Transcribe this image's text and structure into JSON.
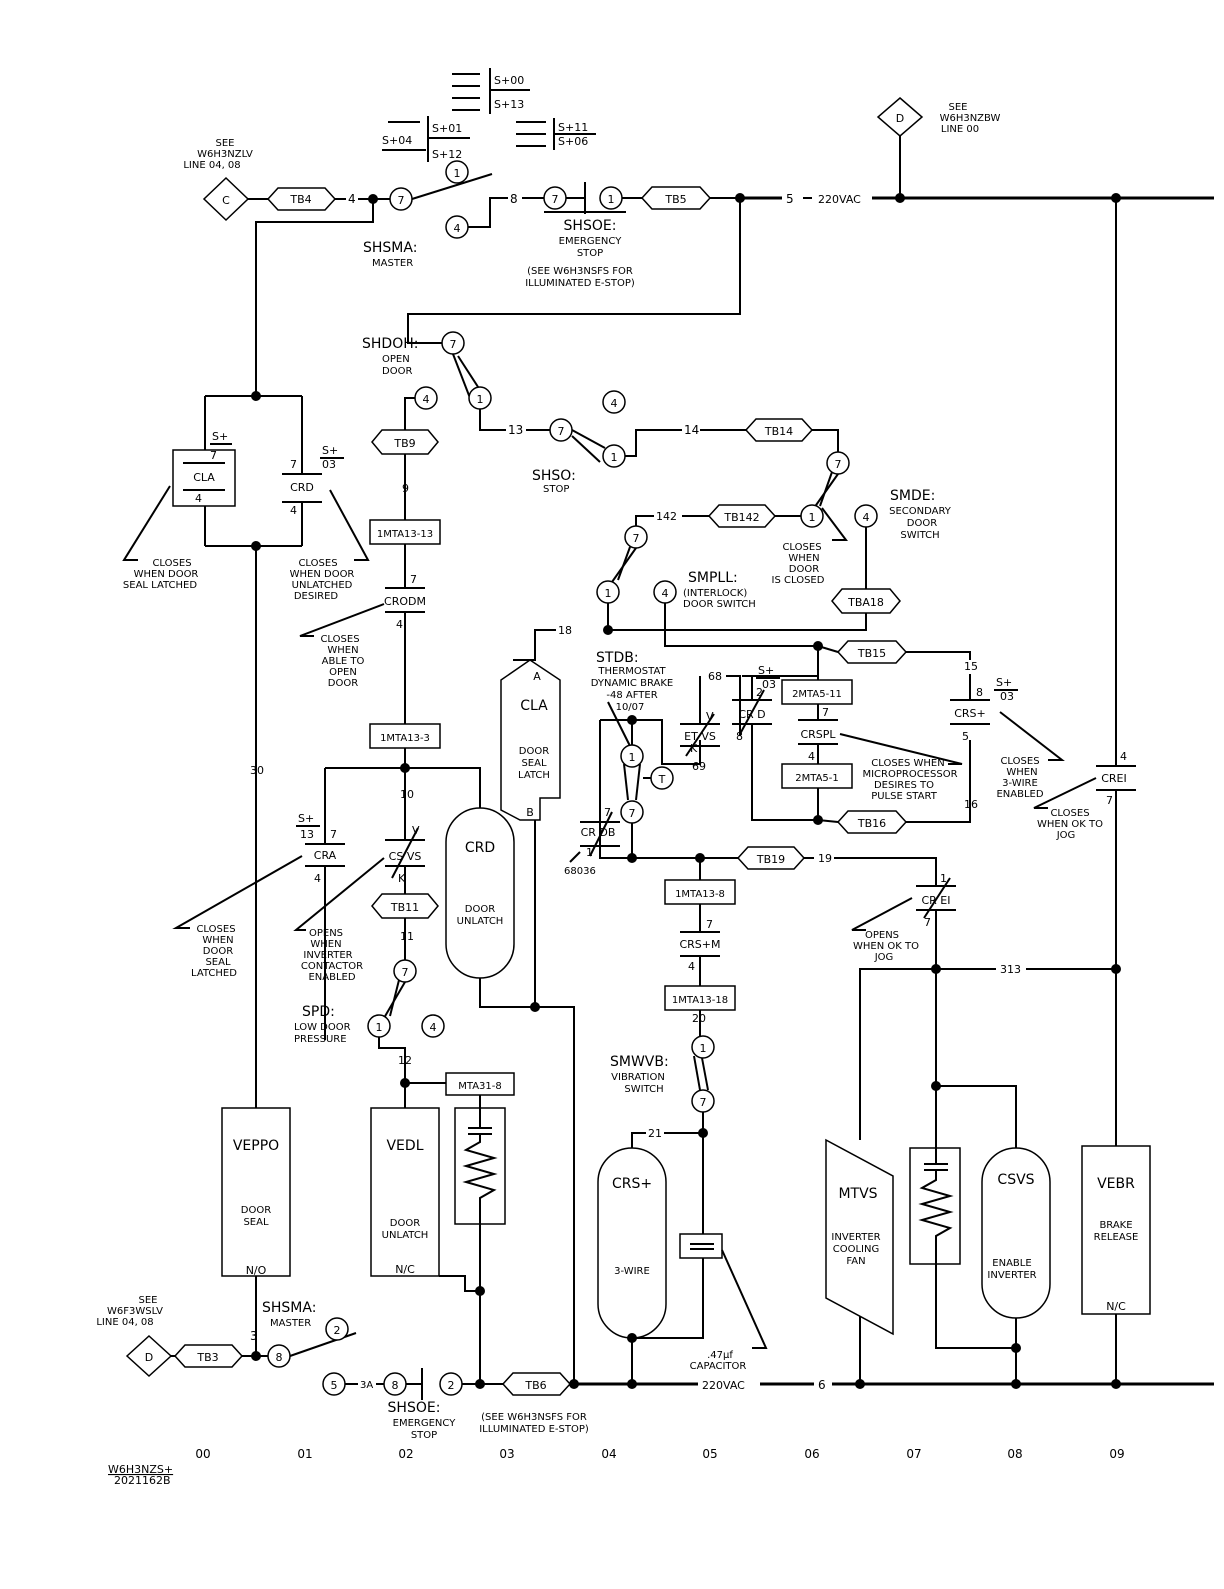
{
  "rails": {
    "top_label": "220VAC",
    "top_wire": "5",
    "bottom_label": "220VAC",
    "bottom_wire": "6"
  },
  "refs": {
    "c_see": "SEE",
    "c_doc": "W6H3NZLV",
    "c_line": "LINE 04, 08",
    "c_letter": "C",
    "d_top_see": "SEE",
    "d_top_doc": "W6H3NZBW",
    "d_top_line": "LINE 00",
    "d_top_letter": "D",
    "d_bot_see": "SEE",
    "d_bot_doc": "W6F3WSLV",
    "d_bot_line": "LINE 04, 08",
    "d_bot_letter": "D"
  },
  "terminals": {
    "tb4": "TB4",
    "tb5": "TB5",
    "tb9": "TB9",
    "tb14": "TB14",
    "tb142": "TB142",
    "tba18": "TBA18",
    "tb15": "TB15",
    "tb16": "TB16",
    "tb19": "TB19",
    "tb11": "TB11",
    "tb3": "TB3",
    "tb6": "TB6"
  },
  "wires": {
    "w4": "4",
    "w8": "8",
    "w9": "9",
    "w13": "13",
    "w14": "14",
    "w142": "142",
    "w18": "18",
    "w68": "68",
    "w15": "15",
    "w16": "16",
    "w19": "19",
    "w10": "10",
    "w11": "11",
    "w12": "12",
    "w20": "20",
    "w21": "21",
    "w30": "30",
    "w313": "313",
    "w3": "3",
    "w3a": "3A",
    "w69": "69"
  },
  "selector": {
    "s00": "S+00",
    "s13": "S+13",
    "s01": "S+01",
    "s04": "S+04",
    "s12": "S+12",
    "s11": "S+11",
    "s06": "S+06"
  },
  "switches": {
    "shsma_name": "SHSMA:",
    "shsma_desc": "MASTER",
    "shsoe_name": "SHSOE:",
    "shsoe_desc1": "EMERGENCY",
    "shsoe_desc2": "STOP",
    "shsoe_note1": "(SEE W6H3NSFS FOR",
    "shsoe_note2": "ILLUMINATED E-STOP)",
    "shdoh_name": "SHDOH:",
    "shdoh_desc1": "OPEN",
    "shdoh_desc2": "DOOR",
    "shso_name": "SHSO:",
    "shso_desc": "STOP",
    "smde_name": "SMDE:",
    "smde_desc1": "SECONDARY",
    "smde_desc2": "DOOR",
    "smde_desc3": "SWITCH",
    "smpll_name": "SMPLL:",
    "smpll_desc1": "(INTERLOCK)",
    "smpll_desc2": "DOOR SWITCH",
    "smde_note1": "CLOSES",
    "smde_note2": "WHEN",
    "smde_note3": "DOOR",
    "smde_note4": "IS CLOSED",
    "stdb_name": "STDB:",
    "stdb_desc1": "THERMOSTAT",
    "stdb_desc2": "DYNAMIC BRAKE",
    "stdb_desc3": "-48 AFTER",
    "stdb_desc4": "10/07",
    "spd_name": "SPD:",
    "spd_desc1": "LOW DOOR",
    "spd_desc2": "PRESSURE",
    "smwvb_name": "SMWVB:",
    "smwvb_desc1": "VIBRATION",
    "smwvb_desc2": "SWITCH"
  },
  "pins": {
    "p1": "1",
    "p2": "2",
    "p4": "4",
    "p5": "5",
    "p7": "7",
    "p8": "8",
    "t": "T",
    "a": "A",
    "b": "B",
    "v": "V",
    "k": "K"
  },
  "contacts": {
    "cla": "CLA",
    "crd": "CRD",
    "crodm": "CRODM",
    "cra": "CRA",
    "csvs": "CS VS",
    "etvs": "ET VS",
    "crd2": "CR D",
    "crdb": "CR DB",
    "crs": "CRS+",
    "crei_r": "CREI",
    "crei_m": "CR EI",
    "crspl": "CRSPL",
    "crsm": "CRS+M",
    "s_plus": "S+",
    "s03": "03",
    "s13": "13",
    "n68036": "68036"
  },
  "notes": {
    "cla1": "CLOSES",
    "cla2": "WHEN DOOR",
    "cla3": "SEAL LATCHED",
    "crd1": "CLOSES",
    "crd2": "WHEN DOOR",
    "crd3": "UNLATCHED",
    "crd4": "DESIRED",
    "crodm1": "CLOSES",
    "crodm2": "WHEN",
    "crodm3": "ABLE TO",
    "crodm4": "OPEN",
    "crodm5": "DOOR",
    "cra1": "CLOSES",
    "cra2": "WHEN",
    "cra3": "DOOR",
    "cra4": "SEAL",
    "cra5": "LATCHED",
    "csvs1": "OPENS",
    "csvs2": "WHEN",
    "csvs3": "INVERTER",
    "csvs4": "CONTACTOR",
    "csvs5": "ENABLED",
    "crspl1": "CLOSES WHEN",
    "crspl2": "MICROPROCESSOR",
    "crspl3": "DESIRES TO",
    "crspl4": "PULSE START",
    "crs1": "CLOSES",
    "crs2": "WHEN",
    "crs3": "3-WIRE",
    "crs4": "ENABLED",
    "crei1": "CLOSES",
    "crei2": "WHEN OK TO",
    "crei3": "JOG",
    "crei_m1": "OPENS",
    "crei_m2": "WHEN OK TO",
    "crei_m3": "JOG",
    "cap1": ".47µf",
    "cap2": "CAPACITOR"
  },
  "modules": {
    "m1": "1MTA13-13",
    "m2": "1MTA13-3",
    "m3": "2MTA5-11",
    "m4": "2MTA5-1",
    "m5": "1MTA13-8",
    "m6": "1MTA13-18",
    "m7": "MTA31-8"
  },
  "loads": {
    "veppo": "VEPPO",
    "veppo_d1": "DOOR",
    "veppo_d2": "SEAL",
    "veppo_s": "N/O",
    "vedl": "VEDL",
    "vedl_d1": "DOOR",
    "vedl_d2": "UNLATCH",
    "vedl_s": "N/C",
    "crd": "CRD",
    "crd_d1": "DOOR",
    "crd_d2": "UNLATCH",
    "cla": "CLA",
    "cla_d1": "DOOR",
    "cla_d2": "SEAL",
    "cla_d3": "LATCH",
    "crs": "CRS+",
    "crs_d1": "3-WIRE",
    "mtvs": "MTVS",
    "mtvs_d1": "INVERTER",
    "mtvs_d2": "COOLING",
    "mtvs_d3": "FAN",
    "csvs": "CSVS",
    "csvs_d1": "ENABLE",
    "csvs_d2": "INVERTER",
    "vebr": "VEBR",
    "vebr_d1": "BRAKE",
    "vebr_d2": "RELEASE",
    "vebr_s": "N/C"
  },
  "columns": [
    "00",
    "01",
    "02",
    "03",
    "04",
    "05",
    "06",
    "07",
    "08",
    "09"
  ],
  "drawing_id": {
    "line1": "W6H3NZS+",
    "line2": "2021162B"
  }
}
